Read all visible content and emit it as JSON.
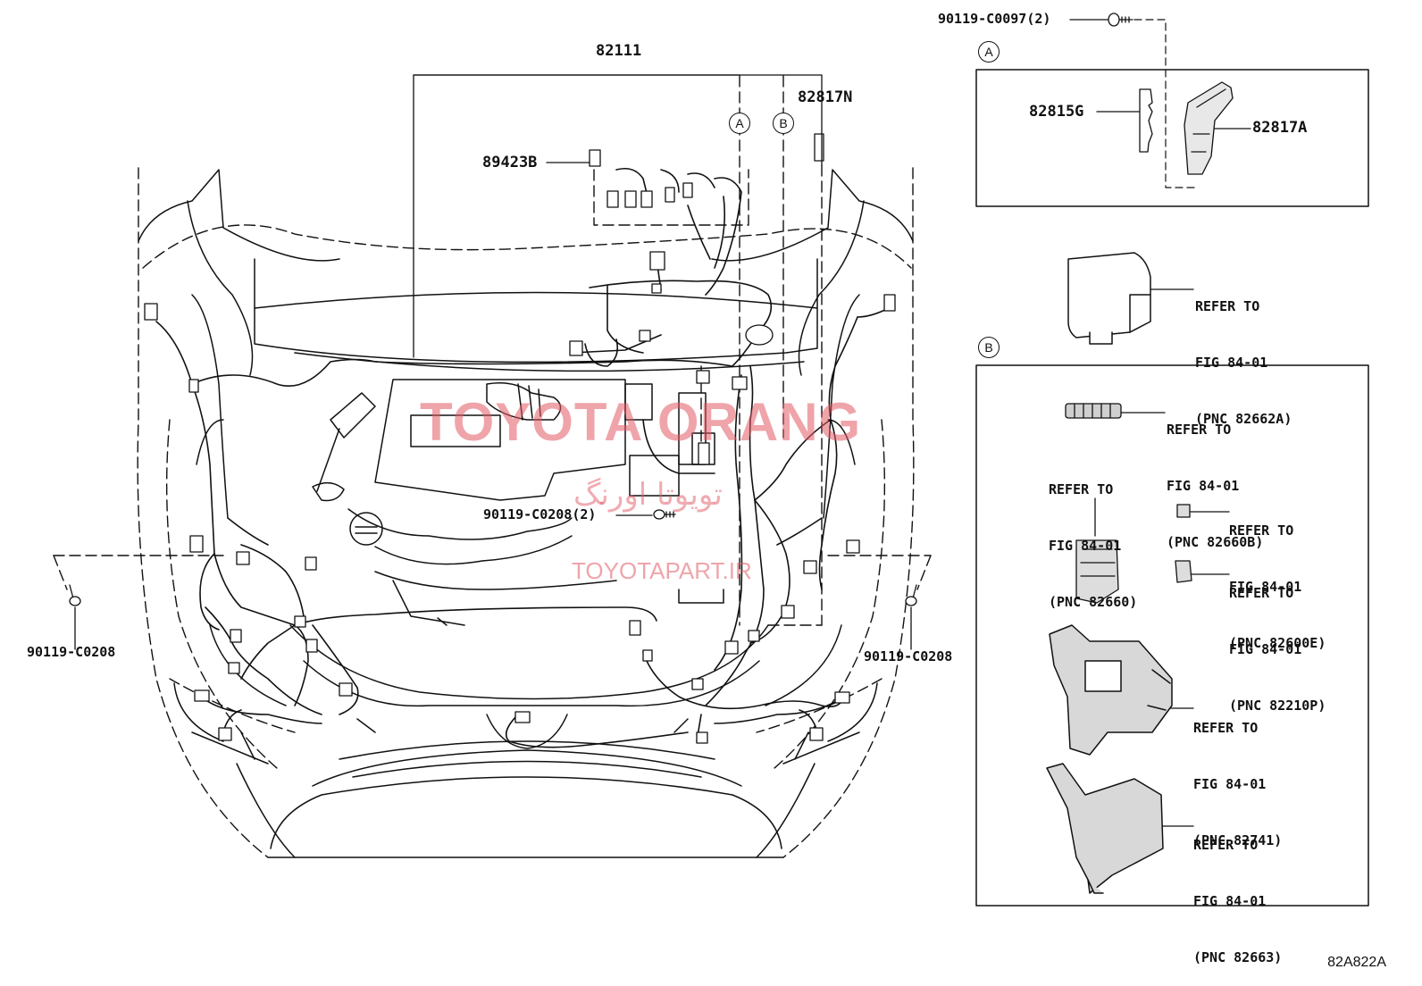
{
  "diagram": {
    "main_part": "82111",
    "callouts": {
      "p82817N": "82817N",
      "p89423B": "89423B",
      "bolt_center": "90119-C0208(2)",
      "bolt_left": "90119-C0208",
      "bolt_right": "90119-C0208",
      "bolt_top": "90119-C0097(2)",
      "p82815G": "82815G",
      "p82817A": "82817A"
    },
    "markers": {
      "a": "A",
      "b": "B"
    },
    "references": [
      {
        "line1": "REFER TO",
        "line2": "FIG 84-01",
        "line3": "(PNC 82662A)"
      },
      {
        "line1": "REFER TO",
        "line2": "FIG 84-01",
        "line3": "(PNC 82660B)"
      },
      {
        "line1": "REFER TO",
        "line2": "FIG 84-01",
        "line3": "(PNC 82660)"
      },
      {
        "line1": "REFER TO",
        "line2": "FIG 84-01",
        "line3": "(PNC 82600E)"
      },
      {
        "line1": "REFER TO",
        "line2": "FIG 84-01",
        "line3": "(PNC 82210P)"
      },
      {
        "line1": "REFER TO",
        "line2": "FIG 84-01",
        "line3": "(PNC 82741)"
      },
      {
        "line1": "REFER TO",
        "line2": "FIG 84-01",
        "line3": "(PNC 82663)"
      }
    ],
    "watermarks": {
      "main": "TOYOTA ORANG",
      "persian": "تویوتا اورنگ",
      "url": "TOYOTAPART.IR"
    },
    "figure_code": "82A822A"
  }
}
